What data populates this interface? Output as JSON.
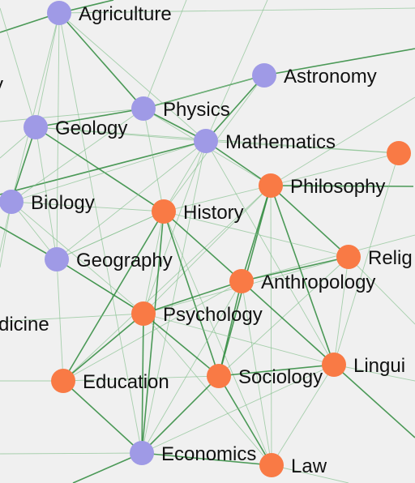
{
  "colors": {
    "background": "#f0f0f0",
    "science": "#9f9ae6",
    "humanities": "#f97a45",
    "edge": "#2e8a3c",
    "edge_faint": "#86c08f"
  },
  "graph": {
    "nodes": [
      {
        "id": "agriculture",
        "label": "Agriculture",
        "group": "science"
      },
      {
        "id": "astronomy",
        "label": "Astronomy",
        "group": "science"
      },
      {
        "id": "physics",
        "label": "Physics",
        "group": "science"
      },
      {
        "id": "geology",
        "label": "Geology",
        "group": "science"
      },
      {
        "id": "mathematics",
        "label": "Mathematics",
        "group": "science"
      },
      {
        "id": "biology",
        "label": "Biology",
        "group": "science"
      },
      {
        "id": "geography",
        "label": "Geography",
        "group": "science"
      },
      {
        "id": "economics",
        "label": "Economics",
        "group": "science"
      },
      {
        "id": "philosophy",
        "label": "Philosophy",
        "group": "humanities"
      },
      {
        "id": "history",
        "label": "History",
        "group": "humanities"
      },
      {
        "id": "religion",
        "label": "Relig",
        "group": "humanities"
      },
      {
        "id": "anthropology",
        "label": "Anthropology",
        "group": "humanities"
      },
      {
        "id": "psychology",
        "label": "Psychology",
        "group": "humanities"
      },
      {
        "id": "education",
        "label": "Education",
        "group": "humanities"
      },
      {
        "id": "sociology",
        "label": "Sociology",
        "group": "humanities"
      },
      {
        "id": "linguistics",
        "label": "Lingui",
        "group": "humanities"
      },
      {
        "id": "law",
        "label": "Law",
        "group": "humanities"
      },
      {
        "id": "offscreen",
        "label": "",
        "group": "humanities"
      },
      {
        "id": "astrology",
        "label": "y",
        "group": "label-only"
      },
      {
        "id": "medicine",
        "label": "dicine",
        "group": "label-only"
      }
    ]
  }
}
